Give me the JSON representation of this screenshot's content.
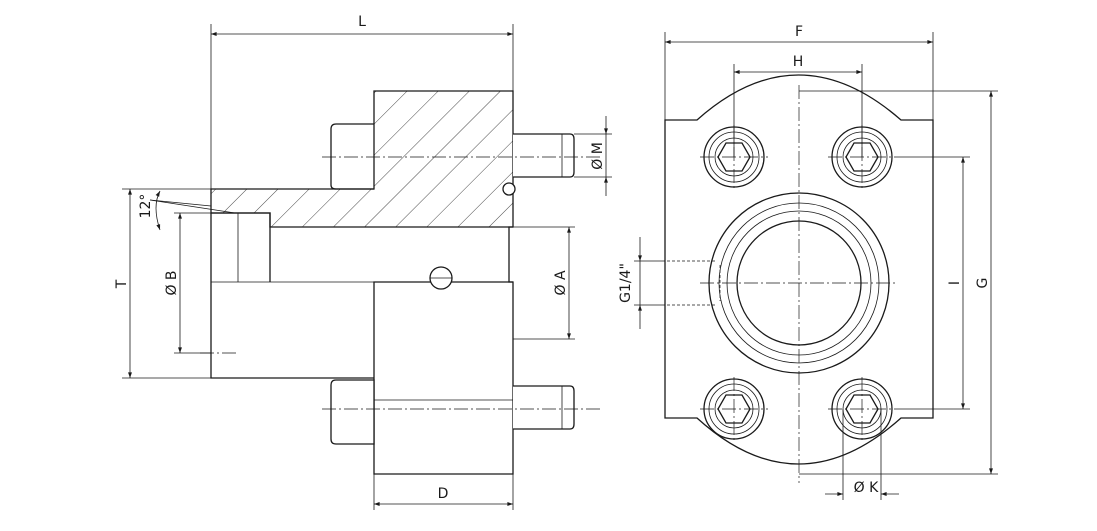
{
  "labels": {
    "L": "L",
    "D": "D",
    "T": "T",
    "B": "Ø B",
    "A": "Ø A",
    "M": "Ø M",
    "angle": "12°",
    "F": "F",
    "H": "H",
    "G": "G",
    "I": "I",
    "K": "Ø K",
    "thread": "G1/4\""
  },
  "colors": {
    "line": "#1a1a1a",
    "background": "#ffffff"
  }
}
